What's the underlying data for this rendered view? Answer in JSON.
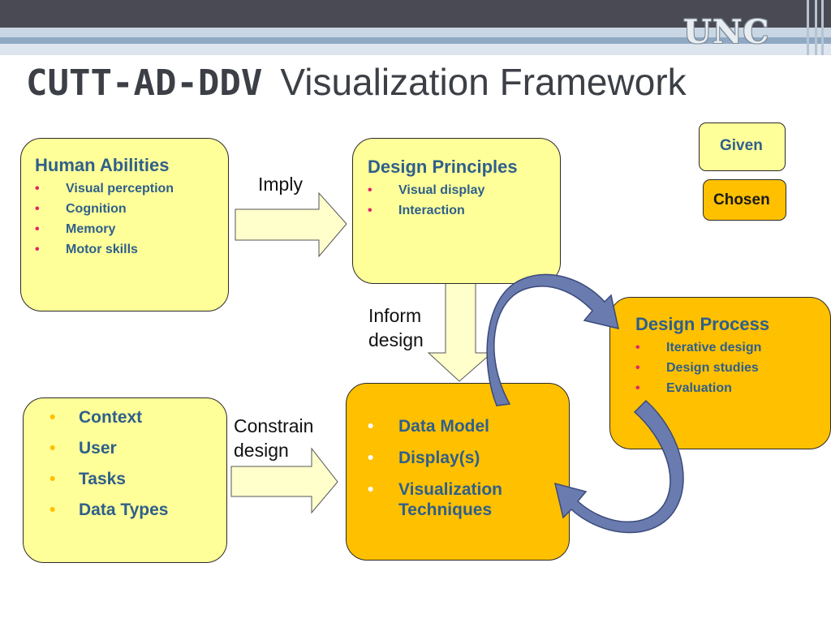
{
  "header": {
    "logo": "UNC",
    "title_part1": "CUTT-AD-DDV",
    "title_part2": "Visualization Framework"
  },
  "legend": {
    "given": "Given",
    "chosen": "Chosen"
  },
  "nodes": {
    "human_abilities": {
      "title": "Human Abilities",
      "items": [
        "Visual perception",
        "Cognition",
        "Memory",
        "Motor skills"
      ]
    },
    "design_principles": {
      "title": "Design Principles",
      "items": [
        "Visual display",
        "Interaction"
      ]
    },
    "design_process": {
      "title": "Design Process",
      "items": [
        "Iterative design",
        "Design studies",
        "Evaluation"
      ]
    },
    "context": {
      "items": [
        "Context",
        "User",
        "Tasks",
        "Data Types"
      ]
    },
    "data_model": {
      "items": [
        "Data Model",
        "Display(s)",
        "Visualization Techniques"
      ]
    }
  },
  "edges": {
    "imply": "Imply",
    "inform_line1": "Inform",
    "inform_line2": "design",
    "constrain_line1": "Constrain",
    "constrain_line2": "design"
  },
  "colors": {
    "given_fill": "#ffff99",
    "chosen_fill": "#ffc000",
    "arrow_fill": "#ffffcc",
    "cycle_arrow": "#6a7bb0",
    "text_blue": "#2f5f8a",
    "bullet_pink": "#e0246a"
  }
}
